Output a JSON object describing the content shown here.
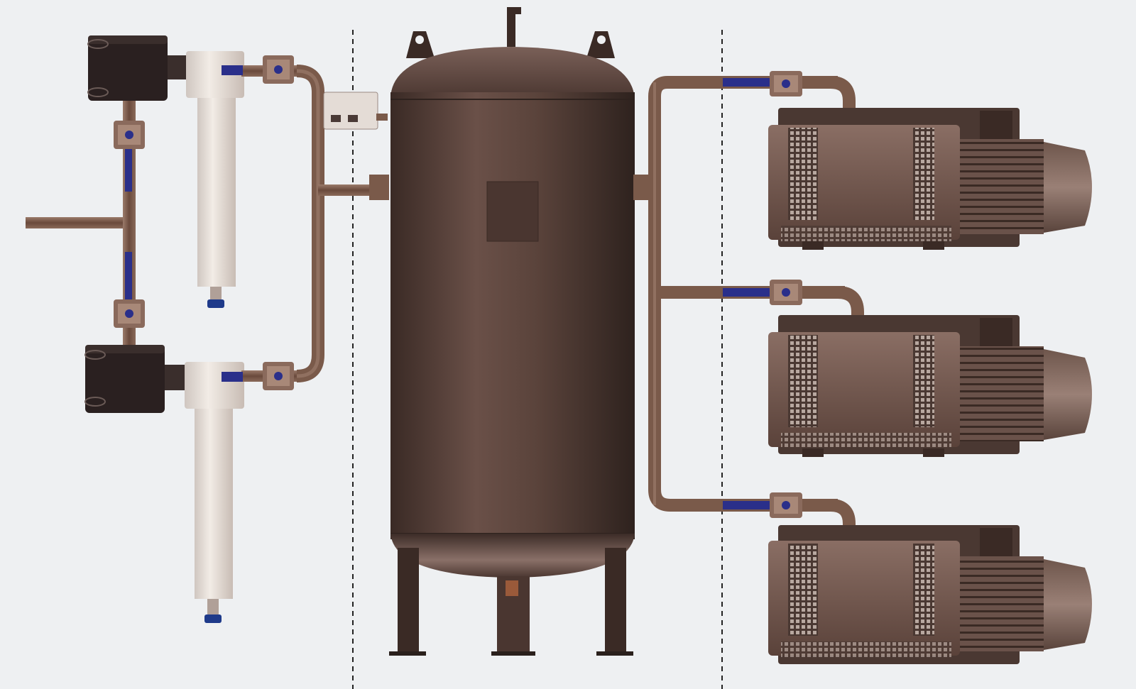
{
  "diagram": {
    "sections": [
      "filtration",
      "receiver-tank",
      "vacuum-pumps"
    ],
    "components": {
      "filters": 2,
      "filter_housings": 2,
      "receiver_tank": 1,
      "vacuum_pumps": 3,
      "ball_valves": 7,
      "control_box": 1
    },
    "colors": {
      "background": "#eef0f2",
      "pipe": "#7a5a4a",
      "tank": "#4e3a33",
      "pump_body": "#6b5047",
      "filter": "#e8e2dc",
      "housing": "#2a2020",
      "valve_handle": "#2a2f8a",
      "divider": "#222222"
    }
  }
}
